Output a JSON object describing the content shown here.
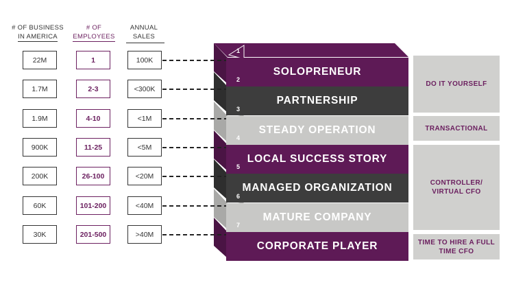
{
  "headers": {
    "business": [
      "# OF BUSINESS",
      "IN AMERICA"
    ],
    "employees": [
      "# OF",
      "EMPLOYEES"
    ],
    "sales": [
      "ANNUAL",
      "SALES"
    ]
  },
  "rows": [
    {
      "num": "1",
      "business": "22M",
      "employees": "1",
      "sales": "100K",
      "stage": "SOLOPRENEUR",
      "color": "#5e1a56"
    },
    {
      "num": "2",
      "business": "1.7M",
      "employees": "2-3",
      "sales": "<300K",
      "stage": "PARTNERSHIP",
      "color": "#3d3d3d"
    },
    {
      "num": "3",
      "business": "1.9M",
      "employees": "4-10",
      "sales": "<1M",
      "stage": "STEADY OPERATION",
      "color": "#c8c8c6"
    },
    {
      "num": "4",
      "business": "900K",
      "employees": "11-25",
      "sales": "<5M",
      "stage": "LOCAL SUCCESS STORY",
      "color": "#5e1a56"
    },
    {
      "num": "5",
      "business": "200K",
      "employees": "26-100",
      "sales": "<20M",
      "stage": "MANAGED ORGANIZATION",
      "color": "#3d3d3d"
    },
    {
      "num": "6",
      "business": "60K",
      "employees": "101-200",
      "sales": "<40M",
      "stage": "MATURE COMPANY",
      "color": "#c8c8c6"
    },
    {
      "num": "7",
      "business": "30K",
      "employees": "201-500",
      "sales": ">40M",
      "stage": "CORPORATE PLAYER",
      "color": "#5e1a56"
    }
  ],
  "categories": [
    {
      "label": "DO IT YOURSELF"
    },
    {
      "label": "TRANSACTIONAL"
    },
    {
      "label": "CONTROLLER/ VIRTUAL CFO"
    },
    {
      "label": "TIME TO HIRE A FULL TIME CFO"
    }
  ],
  "colors": {
    "purple": "#5e1a56",
    "dark": "#3d3d3d",
    "light": "#c8c8c6",
    "panel": "#d0d0ce",
    "accent": "#6b1f5f"
  }
}
